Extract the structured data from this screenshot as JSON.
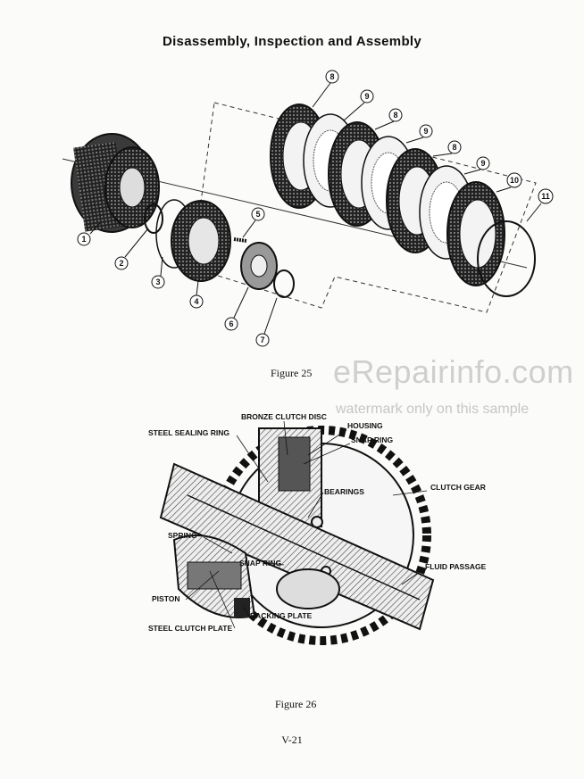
{
  "page": {
    "title": "Disassembly, Inspection and Assembly",
    "page_number": "V-21"
  },
  "figure25": {
    "caption": "Figure 25",
    "callouts": [
      "1",
      "2",
      "3",
      "4",
      "5",
      "6",
      "7",
      "8",
      "9",
      "8",
      "9",
      "8",
      "9",
      "10",
      "11"
    ]
  },
  "figure26": {
    "caption": "Figure 26",
    "labels": {
      "bronze_clutch_disc": "BRONZE CLUTCH DISC",
      "housing": "HOUSING",
      "steel_sealing_ring": "STEEL SEALING RING",
      "snap_ring_top": "SNAP RING",
      "bearings": "BEARINGS",
      "clutch_gear": "CLUTCH GEAR",
      "spring": "SPRING",
      "snap_ring_mid": "SNAP RING",
      "fluid_passage": "FLUID PASSAGE",
      "piston": "PISTON",
      "backing_plate": "BACKING PLATE",
      "steel_clutch_plate": "STEEL CLUTCH PLATE"
    }
  },
  "watermark": {
    "site": "eRepairinfo.com",
    "note": "watermark only on this sample"
  }
}
